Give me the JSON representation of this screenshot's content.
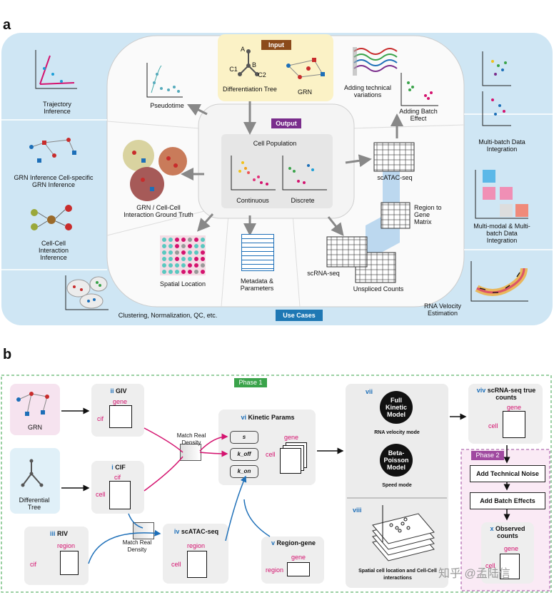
{
  "panel_a": {
    "letter": "a",
    "input": {
      "tag": "Input",
      "diff_tree": "Differentiation Tree",
      "grn": "GRN",
      "nodes": [
        "A",
        "B",
        "C1",
        "C2"
      ]
    },
    "output": {
      "tag": "Output",
      "cell_population": "Cell Population",
      "continuous": "Continuous",
      "discrete": "Discrete"
    },
    "inner": {
      "pseudotime": "Pseudotime",
      "grn_truth": "GRN / Cell-Cell Interaction Ground Truth",
      "spatial": "Spatial Location",
      "metadata": "Metadata & Parameters",
      "scrna": "scRNA-seq",
      "unspliced": "Unspliced Counts",
      "scatac": "scATAC-seq",
      "region_gene": "Region to Gene Matrix",
      "tech_var": "Adding technical variations",
      "batch": "Adding Batch Effect"
    },
    "uses": {
      "tag": "Use Cases",
      "trajectory": "Trajectory Inference",
      "grn_inf": "GRN Inference Cell-specific GRN Inference",
      "cci": "Cell-Cell Interaction Inference",
      "clustering": "Clustering, Normalization, QC, etc.",
      "multibatch": "Multi-batch Data Integration",
      "multimodal": "Multi-modal & Multi-batch Data Integration",
      "velocity": "RNA Velocity Estimation"
    },
    "colors": {
      "outer": "#cfe6f4",
      "input_bg": "#fbf2c6",
      "input_tag": "#8b4a1a",
      "output_tag": "#7a2d8c",
      "use_tag": "#1f78b4"
    }
  },
  "panel_b": {
    "letter": "b",
    "phase1": "Phase 1",
    "phase2": "Phase 2",
    "grn": "GRN",
    "diff_tree": "Differential Tree",
    "giv": {
      "num": "ii",
      "name": "GIV",
      "gene": "gene",
      "row": "cif"
    },
    "cif": {
      "num": "i",
      "name": "CIF",
      "col": "cif",
      "row": "cell"
    },
    "riv": {
      "num": "iii",
      "name": "RIV",
      "col": "region",
      "row": "cif"
    },
    "match1": "Match Real Density",
    "match2": "Match Real Density",
    "kinetic": {
      "num": "vi",
      "name": "Kinetic Params",
      "params": [
        "s",
        "k_off",
        "k_on"
      ],
      "gene": "gene",
      "cell": "cell"
    },
    "scatac": {
      "num": "iv",
      "name": "scATAC-seq",
      "col": "region",
      "row": "cell"
    },
    "region_gene": {
      "num": "v",
      "name": "Region-gene",
      "col": "gene",
      "row": "region"
    },
    "vii": {
      "num": "vii",
      "full": "Full Kinetic Model",
      "rna_mode": "RNA velocity mode",
      "beta": "Beta-Poisson Model",
      "speed": "Speed mode"
    },
    "viii": {
      "num": "viii",
      "caption": "Spatial cell location and Cell-Cell interactions"
    },
    "true_counts": {
      "num": "viv",
      "name": "scRNA-seq true counts",
      "col": "gene",
      "row": "cell"
    },
    "noise": "Add Technical Noise",
    "batch": "Add Batch Effects",
    "observed": {
      "num": "x",
      "name": "Observed counts",
      "col": "gene",
      "row": "cell"
    },
    "watermark": "知乎 @孟陆信",
    "colors": {
      "phase": "#3aa34a",
      "phase2": "#a04aa0",
      "magenta": "#d4136f",
      "blue": "#1d6fb8"
    }
  }
}
